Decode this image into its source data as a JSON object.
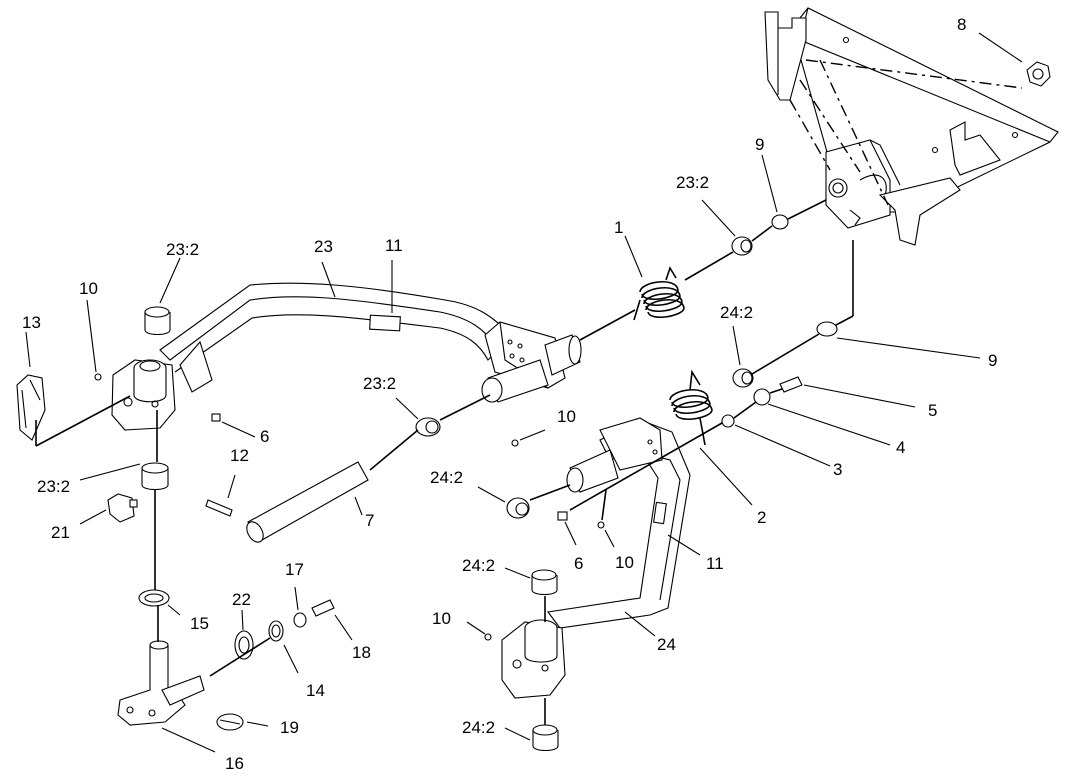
{
  "callouts": [
    {
      "id": "c1",
      "text": "1"
    },
    {
      "id": "c2",
      "text": "2"
    },
    {
      "id": "c3",
      "text": "3"
    },
    {
      "id": "c4",
      "text": "4"
    },
    {
      "id": "c5",
      "text": "5"
    },
    {
      "id": "c6a",
      "text": "6"
    },
    {
      "id": "c6b",
      "text": "6"
    },
    {
      "id": "c7",
      "text": "7"
    },
    {
      "id": "c8",
      "text": "8"
    },
    {
      "id": "c9a",
      "text": "9"
    },
    {
      "id": "c9b",
      "text": "9"
    },
    {
      "id": "c10a",
      "text": "10"
    },
    {
      "id": "c10b",
      "text": "10"
    },
    {
      "id": "c10c",
      "text": "10"
    },
    {
      "id": "c10d",
      "text": "10"
    },
    {
      "id": "c11a",
      "text": "11"
    },
    {
      "id": "c11b",
      "text": "11"
    },
    {
      "id": "c12",
      "text": "12"
    },
    {
      "id": "c13",
      "text": "13"
    },
    {
      "id": "c14",
      "text": "14"
    },
    {
      "id": "c15",
      "text": "15"
    },
    {
      "id": "c16",
      "text": "16"
    },
    {
      "id": "c17",
      "text": "17"
    },
    {
      "id": "c18",
      "text": "18"
    },
    {
      "id": "c19",
      "text": "19"
    },
    {
      "id": "c21",
      "text": "21"
    },
    {
      "id": "c22",
      "text": "22"
    },
    {
      "id": "c23",
      "text": "23"
    },
    {
      "id": "c23_2a",
      "text": "23:2"
    },
    {
      "id": "c23_2b",
      "text": "23:2"
    },
    {
      "id": "c23_2c",
      "text": "23:2"
    },
    {
      "id": "c23_2d",
      "text": "23:2"
    },
    {
      "id": "c24",
      "text": "24"
    },
    {
      "id": "c24_2a",
      "text": "24:2"
    },
    {
      "id": "c24_2b",
      "text": "24:2"
    },
    {
      "id": "c24_2c",
      "text": "24:2"
    },
    {
      "id": "c24_2d",
      "text": "24:2"
    }
  ]
}
